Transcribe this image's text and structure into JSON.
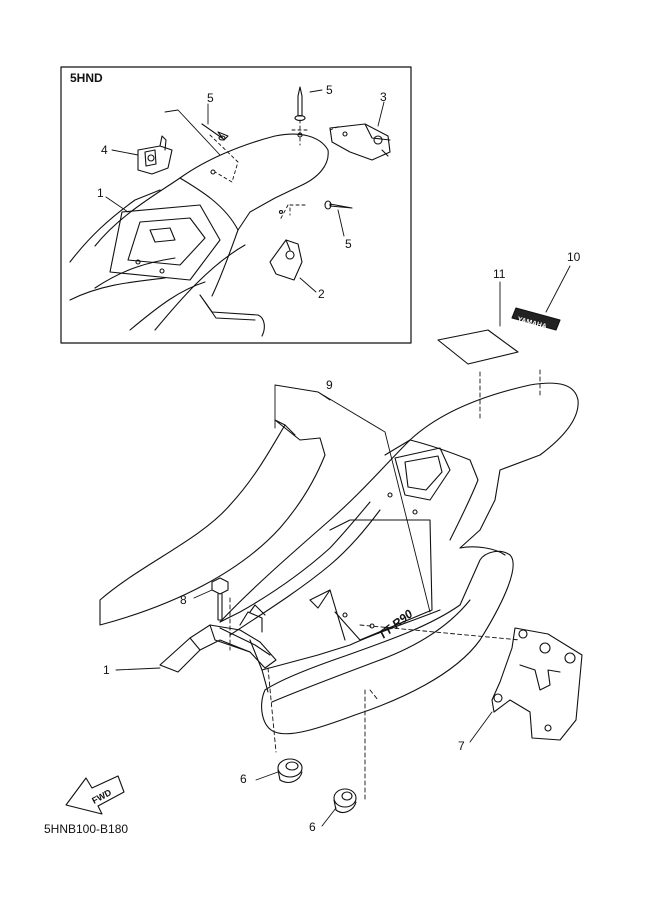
{
  "inset": {
    "model": "5HND"
  },
  "diagram_code": "5HNB100-B180",
  "fwd_label": "FWD",
  "emblem_text": "YAMAHA",
  "side_text": "TT-R90",
  "callouts": {
    "c1_inset": "1",
    "c2": "2",
    "c3": "3",
    "c4": "4",
    "c5_top": "5",
    "c5_side": "5",
    "c9": "9",
    "c10": "10",
    "c11": "11",
    "c8": "8",
    "c1_main": "1",
    "c7": "7",
    "c6_left": "6",
    "c6_bottom": "6"
  }
}
